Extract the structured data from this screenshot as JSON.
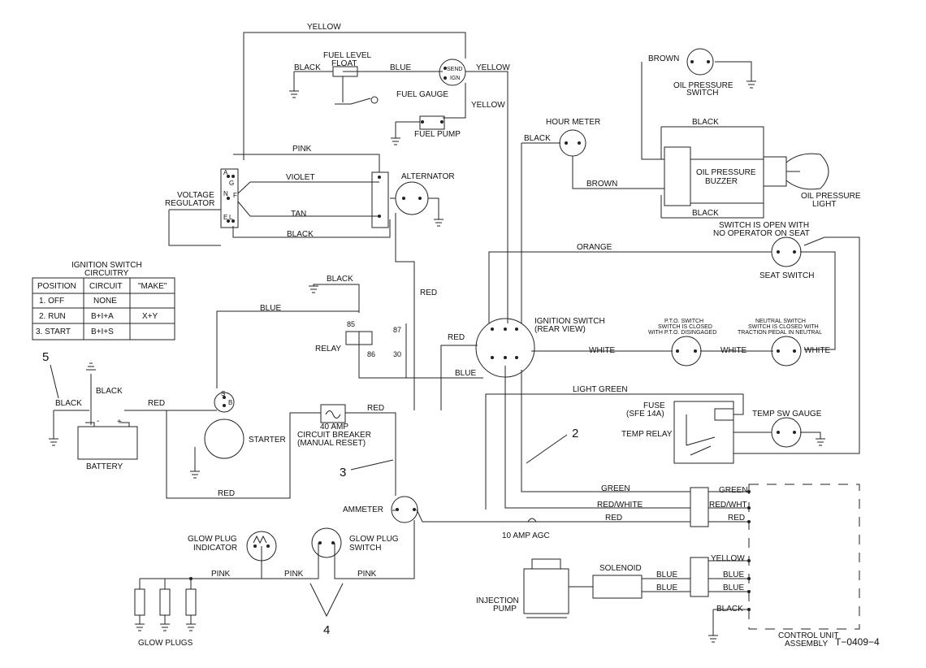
{
  "labels": {
    "yellow_top": "YELLOW",
    "fuel_level_float": [
      "FUEL LEVEL",
      "FLOAT"
    ],
    "black_float": "BLACK",
    "blue_float": "BLUE",
    "send": "SEND",
    "ign": "IGN",
    "yellow_right": "YELLOW",
    "fuel_gauge": "FUEL GAUGE",
    "yellow_down": "YELLOW",
    "fuel_pump": "FUEL PUMP",
    "brown_oil": "BROWN",
    "oil_pressure_switch": [
      "OIL PRESSURE",
      "SWITCH"
    ],
    "hour_meter": "HOUR METER",
    "black_hour": "BLACK",
    "brown_hour": "BROWN",
    "black_buzzer_top": "BLACK",
    "black_buzzer_bottom": "BLACK",
    "oil_pressure_buzzer": [
      "OIL PRESSURE",
      "BUZZER"
    ],
    "oil_pressure_light": [
      "OIL PRESSURE",
      "LIGHT"
    ],
    "pink_top": "PINK",
    "violet": "VIOLET",
    "tan": "TAN",
    "black_vr": "BLACK",
    "voltage_regulator": [
      "VOLTAGE",
      "REGULATOR"
    ],
    "vr_a": "A",
    "vr_g": "G",
    "vr_n": "N",
    "vr_f": "F",
    "vr_e": "E",
    "vr_l": "L",
    "alternator": "ALTERNATOR",
    "switch_open": [
      "SWITCH IS OPEN WITH",
      "NO OPERATOR ON SEAT"
    ],
    "orange": "ORANGE",
    "seat_switch": "SEAT SWITCH",
    "ign_table_title": [
      "IGNITION SWITCH",
      "CIRCUITRY"
    ],
    "table_headers": [
      "POSITION",
      "CIRCUIT",
      "\"MAKE\""
    ],
    "table_rows": [
      [
        "1.  OFF",
        "NONE",
        ""
      ],
      [
        "2.  RUN",
        "B+I+A",
        "X+Y"
      ],
      [
        "3.  START",
        "B+I+S",
        ""
      ]
    ],
    "black_relay": "BLACK",
    "red_alt": "RED",
    "blue_relay": "BLUE",
    "pin_85": "85",
    "pin_86": "86",
    "pin_87": "87",
    "pin_30": "30",
    "relay": "RELAY",
    "red_ign": "RED",
    "blue_ign": "BLUE",
    "ignition_switch": [
      "IGNITION SWITCH",
      "(REAR VIEW)"
    ],
    "white_a": "WHITE",
    "white_b": "WHITE",
    "white_c": "WHITE",
    "pto_switch": [
      "P.T.O. SWITCH",
      "SWITCH IS CLOSED",
      "WITH P.T.O. DISINGAGED"
    ],
    "neutral_switch": [
      "NEUTRAL SWITCH",
      "SWITCH IS CLOSED WITH",
      "TRACTION PEDAL IN NEUTRAL"
    ],
    "num_5": "5",
    "black_bat_left": "BLACK",
    "black_bat_top": "BLACK",
    "red_bat": "RED",
    "battery": "BATTERY",
    "minus": "-",
    "plus": "+",
    "starter": "STARTER",
    "s_term": "S",
    "b_term": "B",
    "cb": [
      "40 AMP",
      "CIRCUIT BREAKER",
      "(MANUAL RESET)"
    ],
    "red_cb": "RED",
    "red_start": "RED",
    "light_green": "LIGHT GREEN",
    "fuse": [
      "FUSE",
      "(SFE 14A)"
    ],
    "temp_relay": "TEMP RELAY",
    "temp_sw_gauge": "TEMP SW GAUGE",
    "num_2": "2",
    "num_3": "3",
    "num_4": "4",
    "ammeter": "AMMETER",
    "green_a": "GREEN",
    "green_b": "GREEN",
    "red_wht_a": "RED/WHITE",
    "red_wht_b": "RED/WHT",
    "red_c": "RED",
    "red_d": "RED",
    "amp_agc": "10 AMP AGC",
    "glow_plug_indicator": [
      "GLOW PLUG",
      "INDICATOR"
    ],
    "glow_plug_switch": [
      "GLOW PLUG",
      "SWITCH"
    ],
    "pink_a": "PINK",
    "pink_b": "PINK",
    "pink_c": "PINK",
    "glow_plugs": "GLOW PLUGS",
    "solenoid": "SOLENOID",
    "injection_pump": [
      "INJECTION",
      "PUMP"
    ],
    "blue_sol_a": "BLUE",
    "blue_sol_b": "BLUE",
    "blue_cu_a": "BLUE",
    "blue_cu_b": "BLUE",
    "yellow_cu": "YELLOW",
    "black_cu": "BLACK",
    "control_unit": [
      "CONTROL UNIT",
      "ASSEMBLY"
    ],
    "drawing_no": "T−0409−4"
  }
}
